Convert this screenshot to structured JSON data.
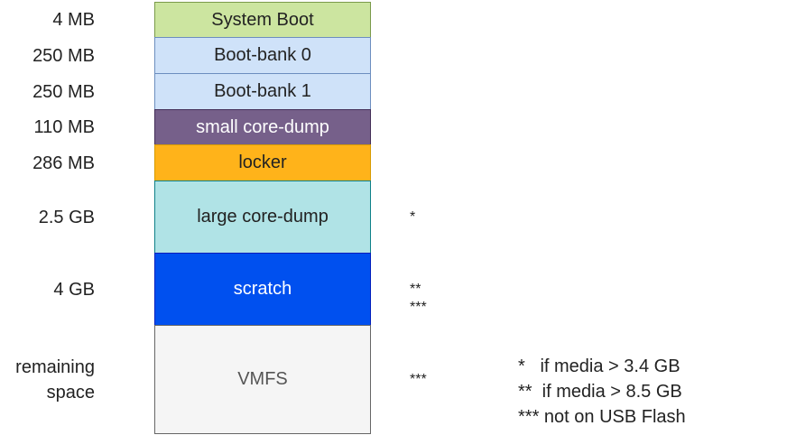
{
  "partitions": [
    {
      "size": "4 MB",
      "name": "System Boot",
      "note": "",
      "fill": "#cce5a0",
      "border": "#7a9a4a",
      "text": "#222222"
    },
    {
      "size": "250 MB",
      "name": "Boot-bank 0",
      "note": "",
      "fill": "#cfe2f9",
      "border": "#6c8ebf",
      "text": "#222222"
    },
    {
      "size": "250 MB",
      "name": "Boot-bank 1",
      "note": "",
      "fill": "#cfe2f9",
      "border": "#6c8ebf",
      "text": "#222222"
    },
    {
      "size": "110 MB",
      "name": "small core-dump",
      "note": "",
      "fill": "#76608a",
      "border": "#432d57",
      "text": "#ffffff"
    },
    {
      "size": "286 MB",
      "name": "locker",
      "note": "",
      "fill": "#ffb31a",
      "border": "#d79b00",
      "text": "#222222"
    },
    {
      "size": "2.5 GB",
      "name": "large core-dump",
      "note": "*",
      "fill": "#b0e3e6",
      "border": "#0e8088",
      "text": "#222222"
    },
    {
      "size": "4 GB",
      "name": "scratch",
      "note": "**\n***",
      "fill": "#0050ef",
      "border": "#001dbc",
      "text": "#ffffff"
    },
    {
      "size": "remaining\nspace",
      "name": "VMFS",
      "note": "***",
      "fill": "#f5f5f5",
      "border": "#666666",
      "text": "#555555"
    }
  ],
  "legend": [
    "*   if media > 3.4 GB",
    "**  if media > 8.5 GB",
    "*** not on USB Flash"
  ]
}
